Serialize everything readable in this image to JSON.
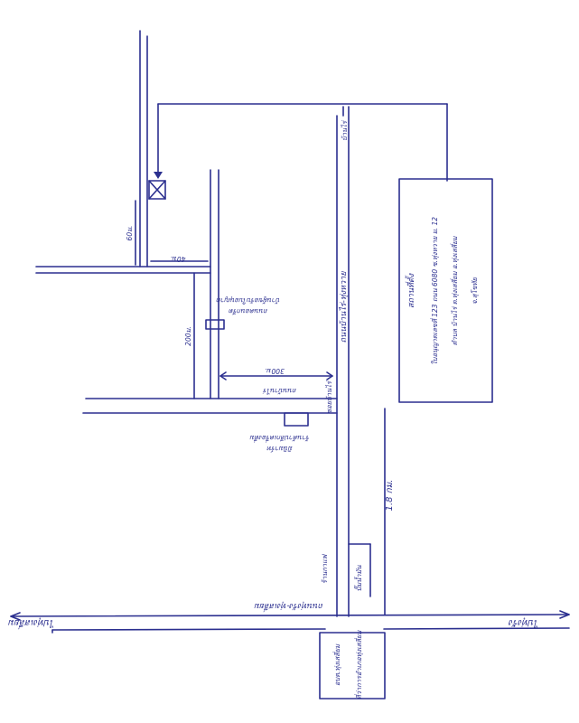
{
  "labels": {
    "road_left_end": "ไปทุ่งเสลี่ยม",
    "road_right_end": "ไปทุ่งรัง",
    "main_road_lower": "ถนนทุ่งรัง-ทุ่งเสลี่ยม",
    "cross_road": "ถนนบ้านไร่-ทุ่งหวาย",
    "soi_label": "ซอยบ้านไร่",
    "road_mid": "ถนนบ้านไร่",
    "dist_18km": "1.8 กม.",
    "dist_40m": "40ม.",
    "dist_60m": "60ม.",
    "dist_300m": "300ม.",
    "dist_200m": "200ม.",
    "house_note": "บ้านผู้ขอรับใบอนุญาต",
    "house_note_2": "ถนนคอนกรีต",
    "shop_note": "ร้านค้าปลีกเครื่องดื่ม",
    "shop_note_2": "มินิมาร์ท",
    "school_note": "ร้านกาแฟ",
    "gas_station_note": "ปั๊มน้ำมัน",
    "ptt_note": "อบต.ทุ่งเสลี่ยม",
    "ptt_note_2": "ที่ว่าการอำเภอทุ่งเสลี่ยม",
    "reverse_label": "บ้านไร่",
    "address_box": {
      "line1": "สถานที่ตั้ง",
      "line2": "ใบอนุญาตเลขที่ 123 ถนน 6080 ซ.ทุ่งหวาย ม. 12",
      "line3": "ตำบล บ้านไร่ ต.ทุ่งเสลี่ยม อ.ทุ่งเสลี่ยม",
      "line4": "จ.สุโขทัย"
    }
  }
}
